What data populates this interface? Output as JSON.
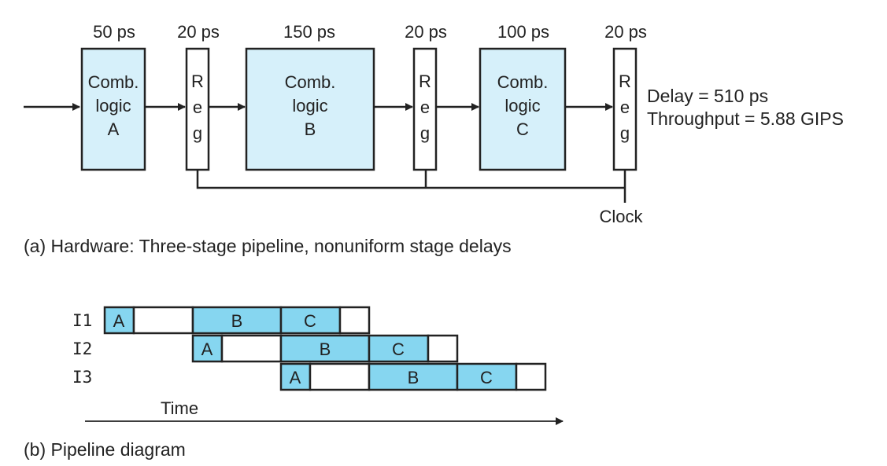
{
  "hardware": {
    "stage_delays": [
      "50 ps",
      "20 ps",
      "150 ps",
      "20 ps",
      "100 ps",
      "20 ps"
    ],
    "blocks": [
      {
        "line1": "Comb.",
        "line2": "logic",
        "line3": "A"
      },
      {
        "line1": "Comb.",
        "line2": "logic",
        "line3": "B"
      },
      {
        "line1": "Comb.",
        "line2": "logic",
        "line3": "C"
      }
    ],
    "reg_letters": [
      "R",
      "e",
      "g"
    ],
    "delay_text": "Delay = 510 ps",
    "throughput_text": "Throughput = 5.88 GIPS",
    "clock_label": "Clock",
    "caption": "(a) Hardware: Three-stage pipeline, nonuniform stage delays"
  },
  "pipeline": {
    "instructions": [
      {
        "label": "I1",
        "stages": [
          "A",
          "B",
          "C"
        ]
      },
      {
        "label": "I2",
        "stages": [
          "A",
          "B",
          "C"
        ]
      },
      {
        "label": "I3",
        "stages": [
          "A",
          "B",
          "C"
        ]
      }
    ],
    "time_label": "Time",
    "caption": "(b) Pipeline diagram"
  },
  "colors": {
    "comb_block_fill": "#d6f0fa",
    "stage_cell_fill": "#86d6f0",
    "stroke": "#222222"
  }
}
